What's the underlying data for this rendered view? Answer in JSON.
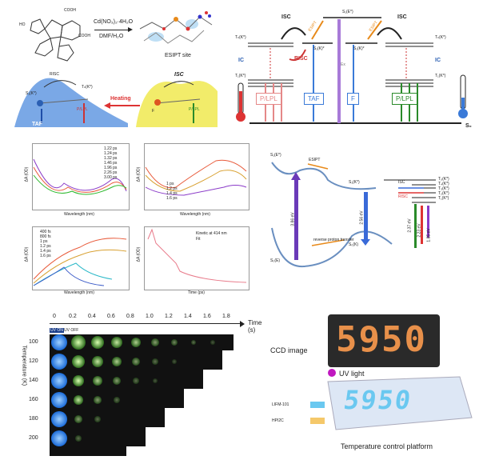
{
  "top": {
    "reagent": "Cd(NO₃)₂·4H₂O",
    "solvent": "DMF/H₂O",
    "esipt_site": "ESIPT site",
    "ho": "HO",
    "cooh1": "COOH",
    "cooh2": "COOH",
    "risc": "RISC",
    "isc": "ISC",
    "heating": "Heating",
    "taf": "TAF",
    "plpl": "P/LPL",
    "s1": "S₁(K*)",
    "tnk": "Tₙ(K*)",
    "f": "F"
  },
  "jablonski": {
    "s1e": "S₁(E*)",
    "isc_left": "ISC",
    "isc_right": "ISC",
    "esipt_left": "ESIPT",
    "esipt_right": "ESIPT",
    "tn_left": "Tₙ(K*)",
    "tn_right": "Tₙ(K*)",
    "ic_left": "IC",
    "ic_right": "IC",
    "t1_left": "T₁(K*)",
    "t1_right": "T₁(K*)",
    "risc": "RISC",
    "s1k_left": "S₁(K)*",
    "s1k_right": "S₁(K)*",
    "ex": "Ex",
    "boxes": [
      "P/LPL",
      "TAF",
      "F",
      "P/LPL"
    ],
    "s0": "S₀"
  },
  "ta": {
    "xlabel": "Wavelength (nm)",
    "ylabel": "ΔA (OD)",
    "legend1": [
      "1.22 ps",
      "1.24 ps",
      "1.32 ps",
      "1.46 ps",
      "1.96 ps",
      "2.26 ps",
      "3.00 ps"
    ],
    "legend2": [
      "1 ps",
      "1.2 ps",
      "1.4 ps",
      "1.6 ps"
    ],
    "legend3": [
      "400 fs",
      "800 fs",
      "1 ps",
      "1.2 ps",
      "1.4 ps",
      "1.6 ps"
    ],
    "kinetic_label": "Kinetic at 414 nm",
    "fit_label": "Fit",
    "time_label": "Time (ps)"
  },
  "energy": {
    "s1e": "S₁(E*)",
    "esipt": "ESIPT",
    "s1k": "S₁(K*)",
    "s0k": "S₀(K)",
    "s0e": "S₀(E)",
    "isc": "ISC",
    "risc": "RISC",
    "e1": "3.86 eV",
    "e2": "2.56 eV",
    "e3": "2.37 eV",
    "e4": "2.23 eV",
    "e5": "1.85 eV",
    "rpt": "reverse proton transfer",
    "tlevels": [
      "T₅(K*)",
      "T₄(K*)",
      "T₃(K*)",
      "T₂(K*)",
      "T₁(K*)"
    ]
  },
  "grid": {
    "title": "Time (s)",
    "times": [
      "0",
      "0.2",
      "0.4",
      "0.6",
      "0.8",
      "1.0",
      "1.2",
      "1.4",
      "1.6",
      "1.8"
    ],
    "uv_on": "UV ON",
    "uv_off": "UV OFF",
    "ylabel": "Temperature (K)",
    "temps": [
      "100",
      "120",
      "140",
      "160",
      "180",
      "200"
    ]
  },
  "device": {
    "display": "5950",
    "ccd": "CCD image",
    "uv": "UV light",
    "mof": "LIFM-101",
    "hpi": "HPI2C",
    "platform": "Temperature control platform"
  }
}
